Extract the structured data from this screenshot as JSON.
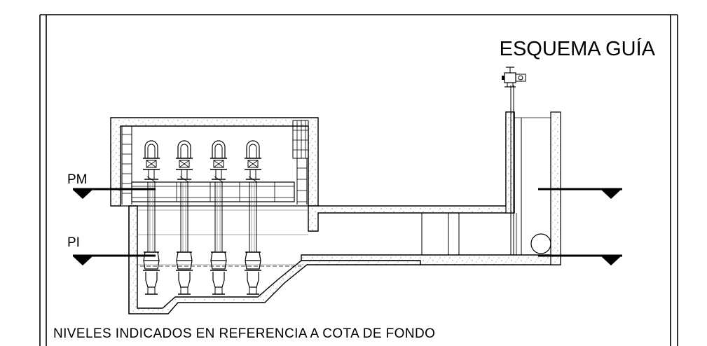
{
  "title": "ESQUEMA GUÍA",
  "levels": [
    {
      "label": "PM"
    },
    {
      "label": "PI"
    }
  ],
  "note": "NIVELES INDICADOS EN REFERENCIA A COTA DE FONDO",
  "pump_count": 4
}
